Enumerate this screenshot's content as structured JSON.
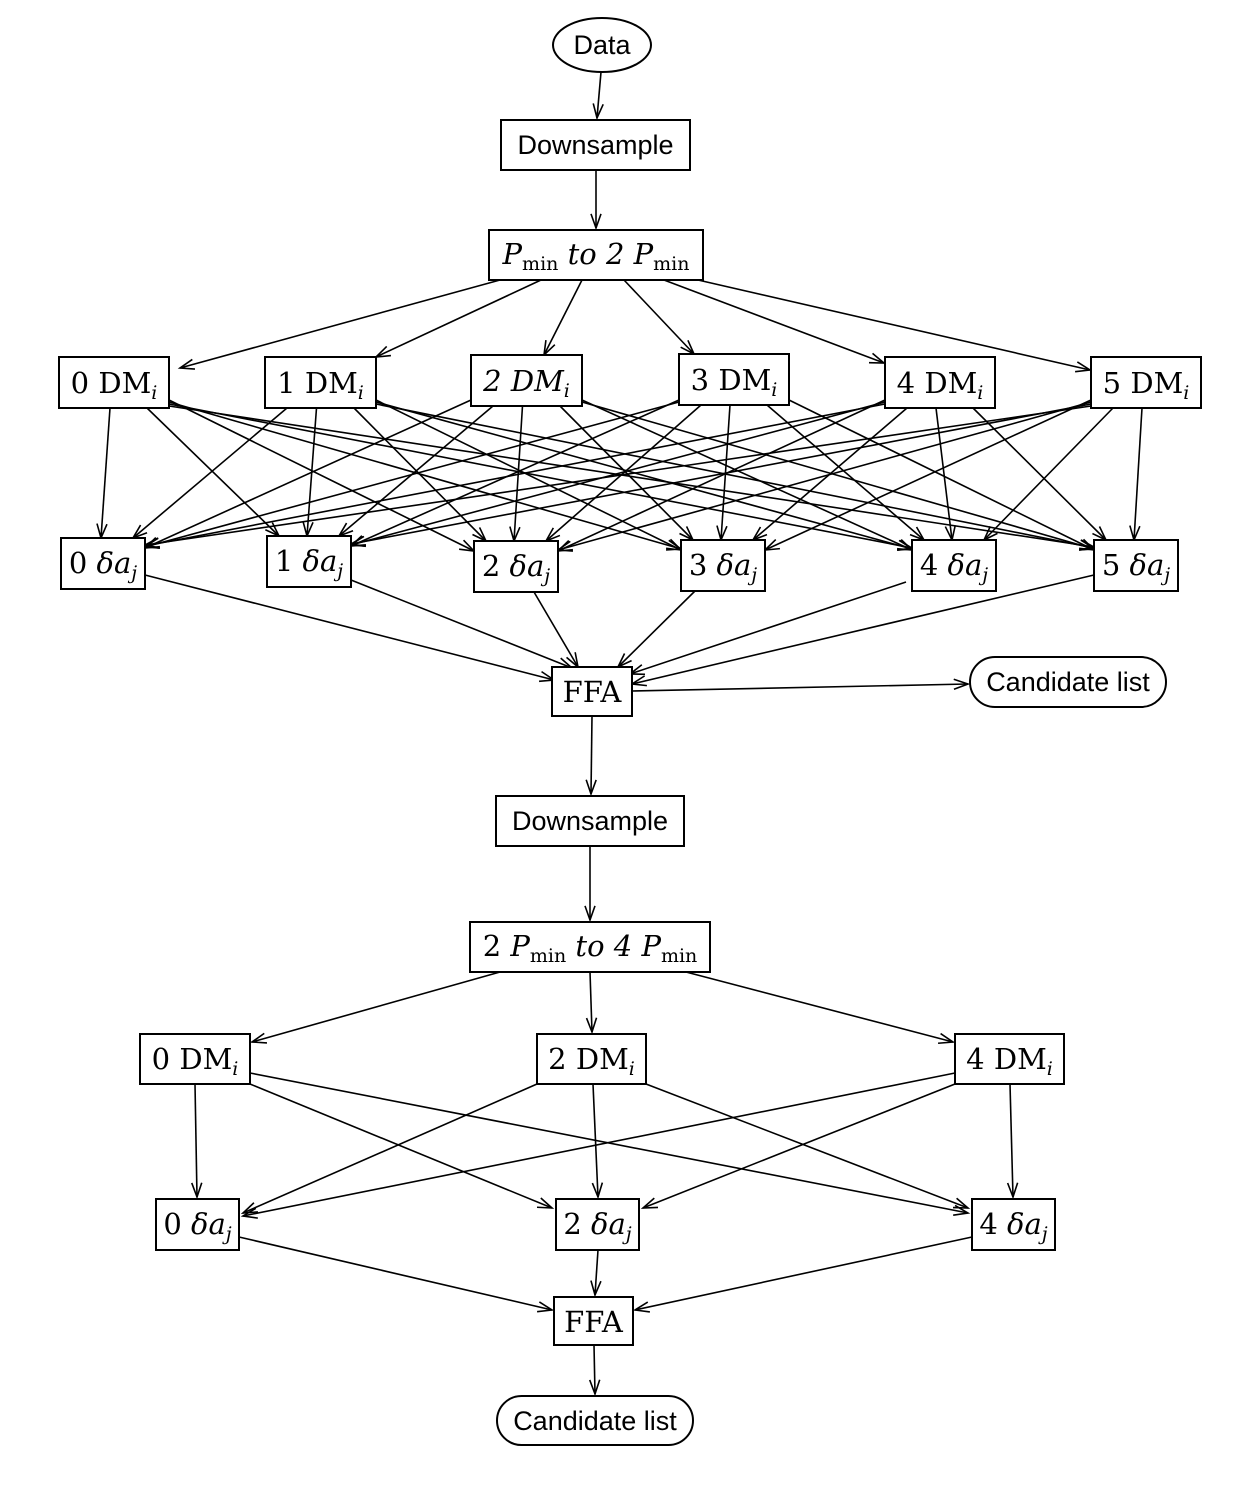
{
  "diagram": {
    "stage1": {
      "data_node": "Data",
      "downsample": "Downsample",
      "period_range": {
        "p1": "P",
        "s1": "min",
        "mid": " to 2 ",
        "p2": "P",
        "s2": "min"
      },
      "dm_nodes": [
        {
          "n": "0",
          "dm": "DM",
          "sub": "i"
        },
        {
          "n": "1",
          "dm": "DM",
          "sub": "i"
        },
        {
          "n": "2",
          "dm": "DM",
          "sub": "i"
        },
        {
          "n": "3",
          "dm": "DM",
          "sub": "i"
        },
        {
          "n": "4",
          "dm": "DM",
          "sub": "i"
        },
        {
          "n": "5",
          "dm": "DM",
          "sub": "i"
        }
      ],
      "accel_nodes": [
        {
          "n": "0",
          "da": "δa",
          "sub": "j"
        },
        {
          "n": "1",
          "da": "δa",
          "sub": "j"
        },
        {
          "n": "2",
          "da": "δa",
          "sub": "j"
        },
        {
          "n": "3",
          "da": "δa",
          "sub": "j"
        },
        {
          "n": "4",
          "da": "δa",
          "sub": "j"
        },
        {
          "n": "5",
          "da": "δa",
          "sub": "j"
        }
      ],
      "ffa": "FFA",
      "candidate_list": "Candidate list"
    },
    "stage2": {
      "downsample": "Downsample",
      "period_range": {
        "pre": "2 ",
        "p1": "P",
        "s1": "min",
        "mid": " to 4 ",
        "p2": "P",
        "s2": "min"
      },
      "dm_nodes": [
        {
          "n": "0",
          "dm": "DM",
          "sub": "i"
        },
        {
          "n": "2",
          "dm": "DM",
          "sub": "i"
        },
        {
          "n": "4",
          "dm": "DM",
          "sub": "i"
        }
      ],
      "accel_nodes": [
        {
          "n": "0",
          "da": "δa",
          "sub": "j"
        },
        {
          "n": "2",
          "da": "δa",
          "sub": "j"
        },
        {
          "n": "4",
          "da": "δa",
          "sub": "j"
        }
      ],
      "ffa": "FFA",
      "candidate_list": "Candidate list"
    }
  }
}
